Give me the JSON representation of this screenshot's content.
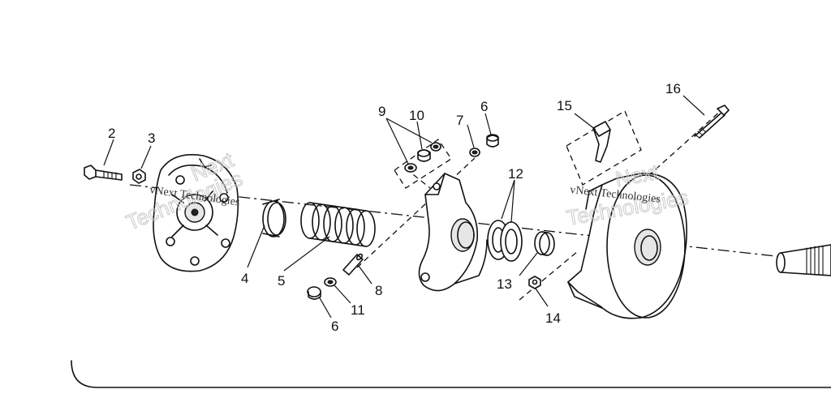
{
  "callouts": [
    {
      "id": "2",
      "label": "2"
    },
    {
      "id": "3",
      "label": "3"
    },
    {
      "id": "4",
      "label": "4"
    },
    {
      "id": "5",
      "label": "5"
    },
    {
      "id": "6a",
      "label": "6"
    },
    {
      "id": "6b",
      "label": "6"
    },
    {
      "id": "7",
      "label": "7"
    },
    {
      "id": "8",
      "label": "8"
    },
    {
      "id": "9",
      "label": "9"
    },
    {
      "id": "10",
      "label": "10"
    },
    {
      "id": "11",
      "label": "11"
    },
    {
      "id": "12",
      "label": "12"
    },
    {
      "id": "13",
      "label": "13"
    },
    {
      "id": "14",
      "label": "14"
    },
    {
      "id": "15",
      "label": "15"
    },
    {
      "id": "16",
      "label": "16"
    }
  ],
  "watermarks": {
    "left": {
      "big_line1": "Next",
      "big_line2": "Technologies",
      "small": "vNext Technologies"
    },
    "right": {
      "big_line1": "Next",
      "big_line2": "Technologies",
      "small": "vNext Technologies"
    }
  },
  "colors": {
    "line": "#111111",
    "background": "#ffffff",
    "watermark": "#c9c9c9"
  }
}
